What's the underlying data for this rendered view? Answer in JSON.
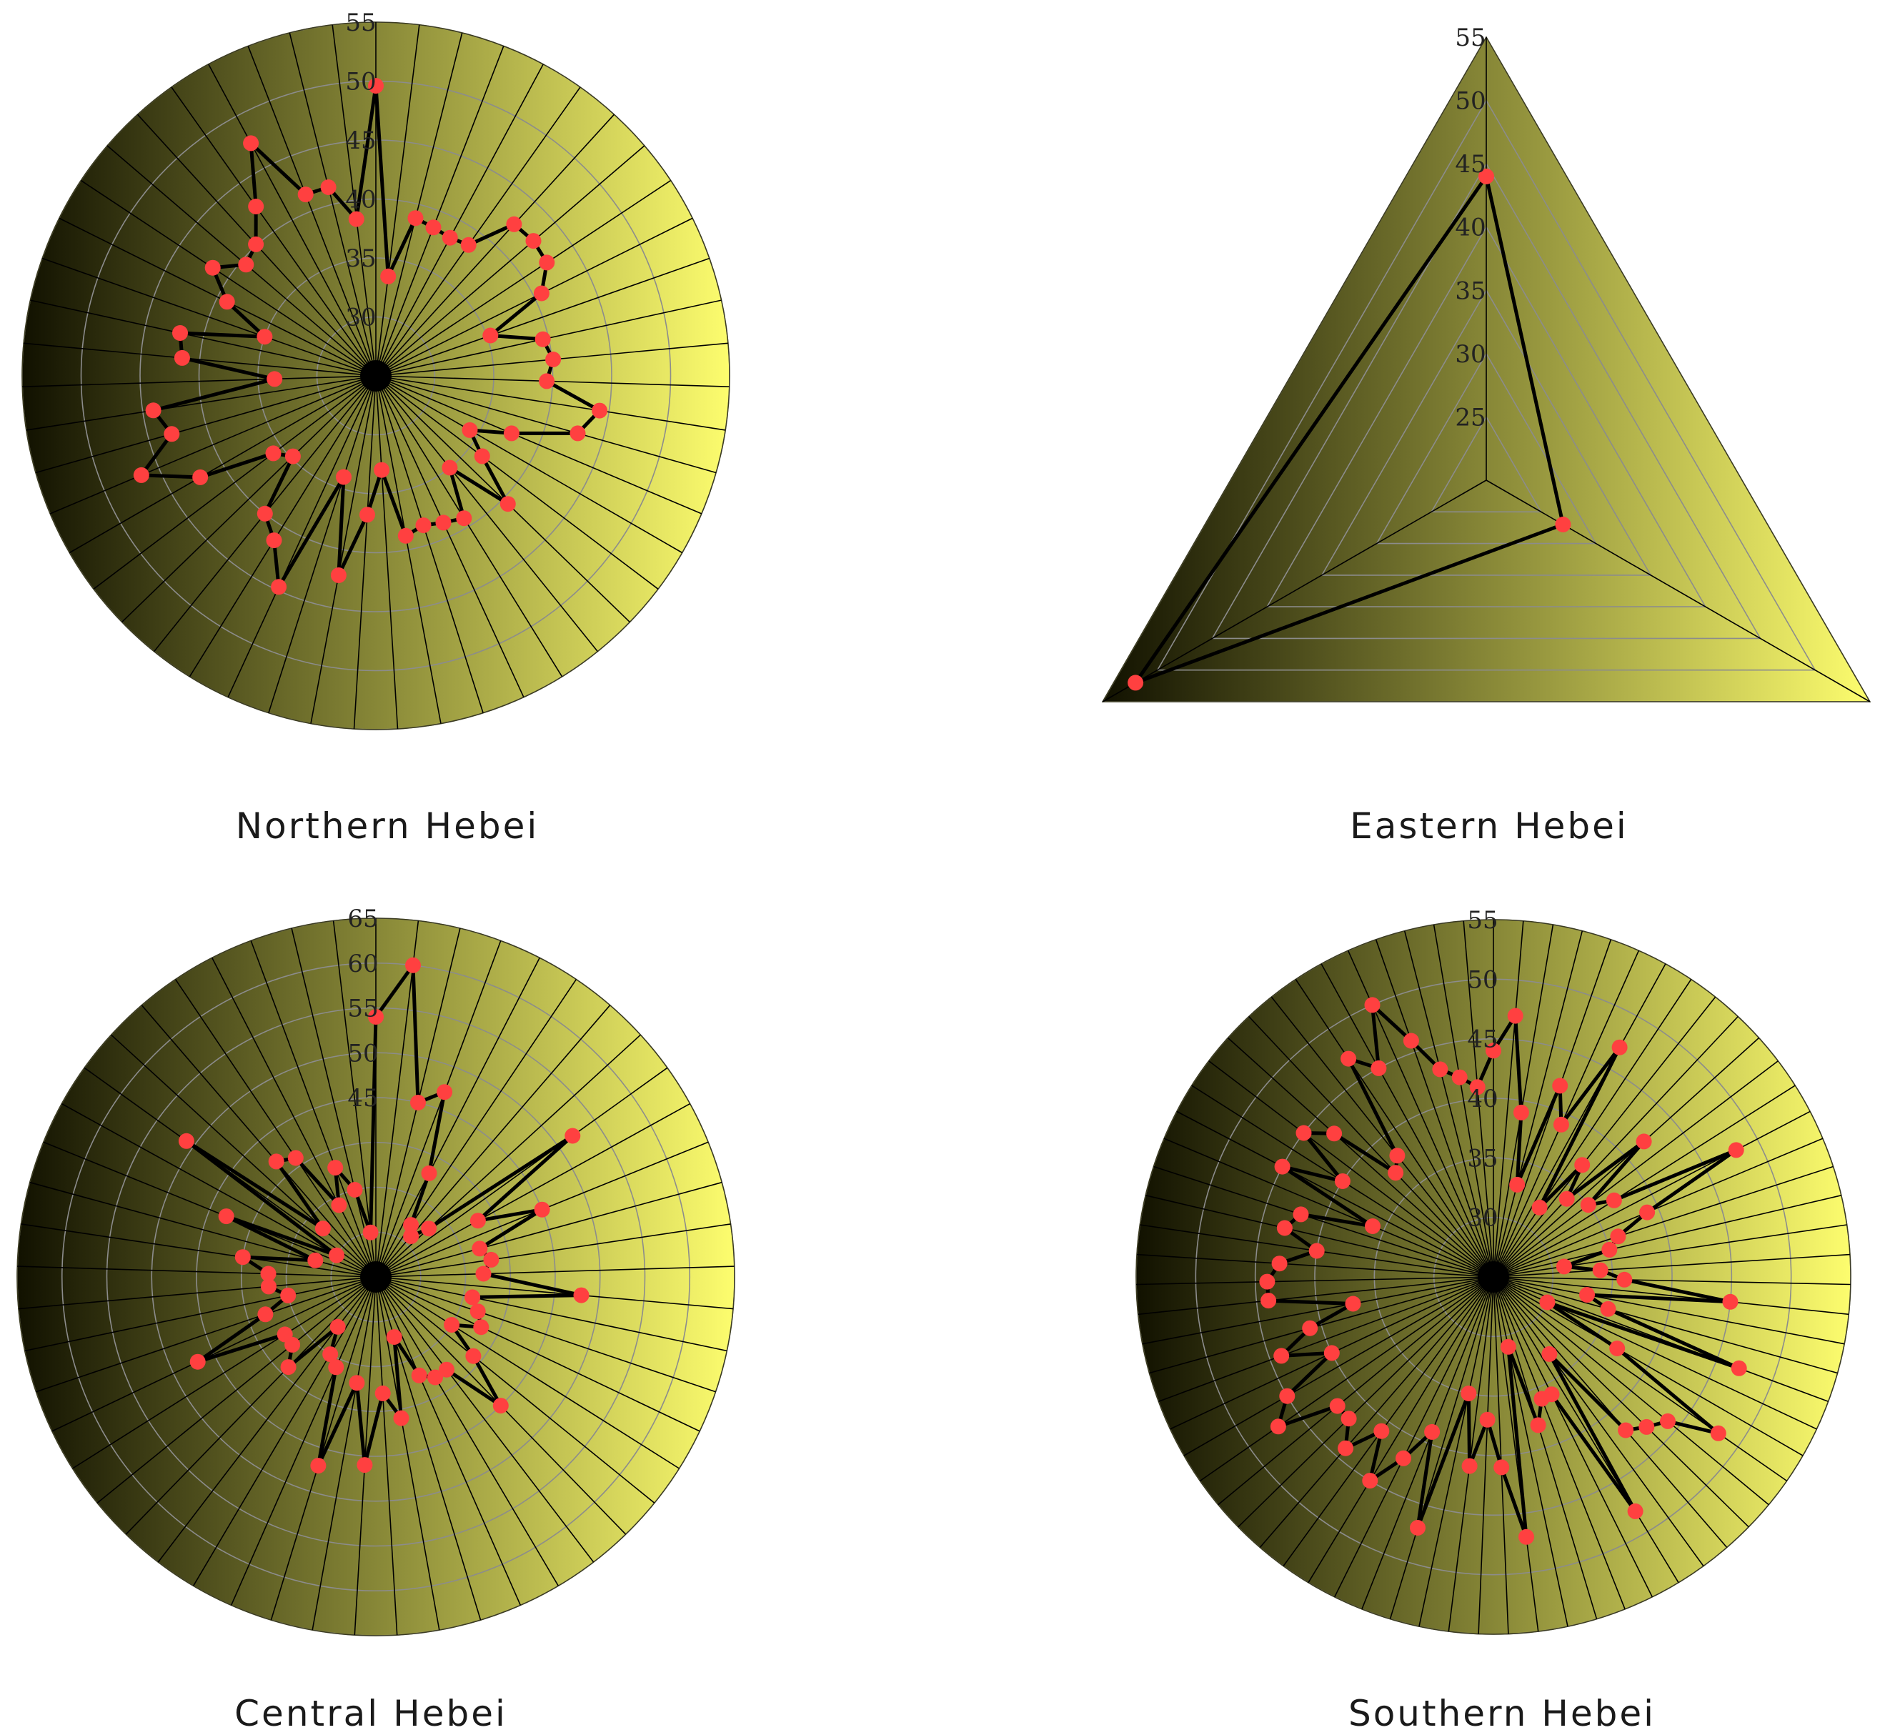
{
  "colors": {
    "gradient_dark": "#111100",
    "gradient_light": "#fdfd6e",
    "series_line": "#000000",
    "marker": "#ff4040",
    "grid": "#8c8c8c",
    "spoke": "#000000"
  },
  "chart_data": [
    {
      "type": "radar",
      "shape": "circle",
      "title": "Northern Hebei",
      "rlim": [
        25,
        55
      ],
      "ticks": [
        25,
        30,
        35,
        40,
        45,
        50,
        55
      ],
      "tick_labels": [
        "",
        "30",
        "35",
        "40",
        "45",
        "50",
        "55"
      ],
      "values": [
        49.6,
        33.5,
        38.8,
        38.5,
        38.3,
        38.6,
        42.4,
        42.6,
        42.4,
        40.7,
        35.3,
        39.5,
        40.1,
        39.5,
        44.2,
        42.8,
        37.5,
        34.2,
        36.3,
        40.6,
        35.0,
        39.2,
        38.7,
        38.3,
        38.8,
        33.0,
        36.8,
        42.2,
        34.0,
        44.7,
        41.4,
        40.0,
        34.8,
        35.9,
        42.2,
        46.6,
        43.0,
        44.1,
        33.6,
        41.5,
        42.0,
        35.0,
        39.1,
        41.6,
        39.5,
        40.1,
        42.6,
        47.4,
        41.5,
        41.5,
        38.4
      ]
    },
    {
      "type": "radar",
      "shape": "triangle",
      "title": "Eastern Hebei",
      "rlim": [
        20,
        55
      ],
      "ticks": [
        20,
        25,
        30,
        35,
        40,
        45,
        50,
        55
      ],
      "tick_labels": [
        "",
        "25",
        "30",
        "35",
        "40",
        "45",
        "50",
        "55"
      ],
      "values": [
        44,
        27,
        52
      ]
    },
    {
      "type": "radar",
      "shape": "circle",
      "title": "Central Hebei",
      "rlim": [
        25,
        65
      ],
      "ticks": [
        25,
        30,
        35,
        40,
        45,
        50,
        55,
        60,
        65
      ],
      "tick_labels": [
        "",
        "",
        "",
        "",
        "45",
        "50",
        "55",
        "60",
        "65"
      ],
      "values": [
        54,
        60,
        45,
        47,
        38,
        32,
        31,
        33,
        52,
        38,
        45,
        37,
        38,
        37,
        48,
        36,
        37,
        38,
        35,
        39,
        45,
        38,
        38,
        37,
        32,
        41,
        38,
        46,
        37,
        47,
        36,
        35,
        32,
        39,
        37,
        37,
        47,
        38,
        35,
        37,
        37,
        40,
        32,
        43,
        30,
        51,
        33,
        42,
        41,
        34,
        38,
        35,
        30
      ]
    },
    {
      "type": "radar",
      "shape": "circle",
      "title": "Southern Hebei",
      "rlim": [
        25,
        55
      ],
      "ticks": [
        25,
        30,
        35,
        40,
        45,
        50,
        55
      ],
      "tick_labels": [
        "",
        "30",
        "35",
        "40",
        "45",
        "50",
        "55"
      ],
      "values": [
        44,
        47,
        39,
        33,
        42,
        39,
        47,
        32,
        37,
        34,
        42,
        35,
        37,
        48,
        39,
        36,
        35,
        31,
        34,
        36,
        45,
        33,
        35,
        47,
        30,
        37,
        48,
        44,
        43,
        42,
        33,
        48,
        36,
        36,
        38,
        31,
        47,
        41,
        37,
        41,
        35,
        47,
        39,
        42,
        45,
        41,
        44,
        42,
        42,
        47,
        45,
        40,
        44,
        41,
        37,
        44,
        44,
        43,
        40,
        43,
        42,
        36,
        45,
        40,
        45,
        43,
        37,
        38,
        47,
        45,
        50,
        46,
        43,
        42,
        41
      ]
    }
  ]
}
